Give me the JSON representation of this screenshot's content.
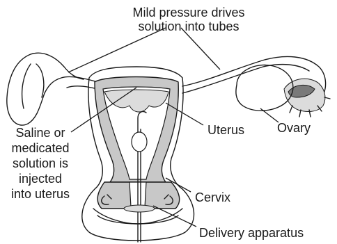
{
  "labels": {
    "pressure_line1": "Mild pressure drives",
    "pressure_line2": "solution into tubes",
    "saline_line1": "Saline or",
    "saline_line2": "medicated",
    "saline_line3": "solution is",
    "saline_line4": "injected",
    "saline_line5": "into uterus",
    "uterus": "Uterus",
    "ovary": "Ovary",
    "cervix": "Cervix",
    "delivery": "Delivery apparatus"
  }
}
